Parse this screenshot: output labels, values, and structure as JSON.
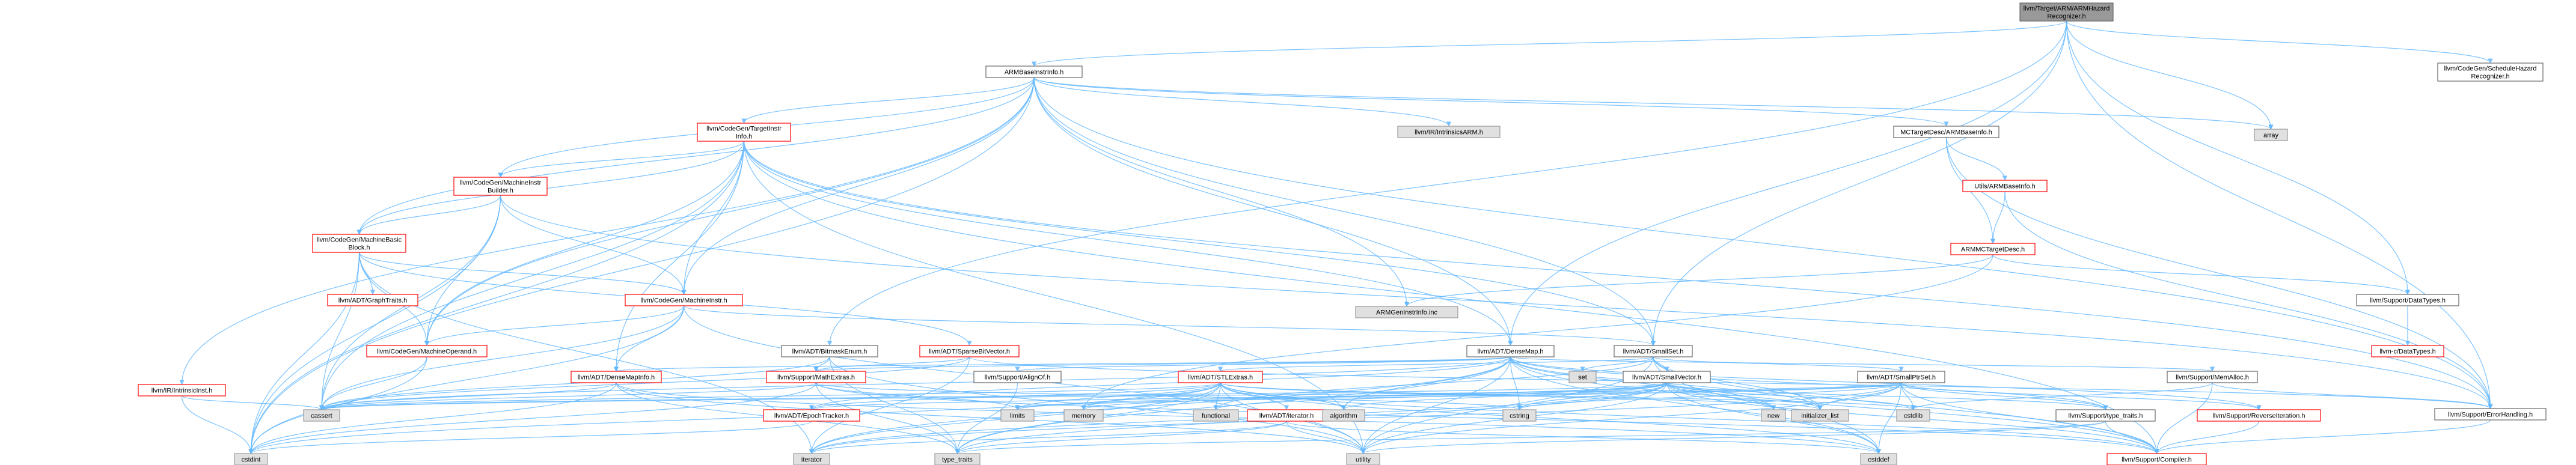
{
  "colors": {
    "edge": "#63b8ff",
    "root_fill": "#999999",
    "root_border": "#666666",
    "normal_fill": "#ffffff",
    "normal_border": "#666666",
    "red_border": "#ff0000",
    "system_fill": "#e0e0e0",
    "system_border": "#999999"
  },
  "nodes": [
    {
      "id": "root",
      "label": [
        "llvm/Target/ARM/ARMHazard",
        "Recognizer.h"
      ],
      "kind": "root"
    },
    {
      "id": "abii",
      "label": [
        "ARMBaseInstrInfo.h"
      ],
      "kind": "normal"
    },
    {
      "id": "sched",
      "label": [
        "llvm/CodeGen/ScheduleHazard",
        "Recognizer.h"
      ],
      "kind": "normal"
    },
    {
      "id": "array",
      "label": [
        "array"
      ],
      "kind": "system"
    },
    {
      "id": "tii",
      "label": [
        "llvm/CodeGen/TargetInstr",
        "Info.h"
      ],
      "kind": "red"
    },
    {
      "id": "iarm",
      "label": [
        "llvm/IR/IntrinsicsARM.h"
      ],
      "kind": "system"
    },
    {
      "id": "mctd",
      "label": [
        "MCTargetDesc/ARMBaseInfo.h"
      ],
      "kind": "normal"
    },
    {
      "id": "mib",
      "label": [
        "llvm/CodeGen/MachineInstr",
        "Builder.h"
      ],
      "kind": "red"
    },
    {
      "id": "mbb",
      "label": [
        "llvm/CodeGen/MachineBasic",
        "Block.h"
      ],
      "kind": "red"
    },
    {
      "id": "gt",
      "label": [
        "llvm/ADT/GraphTraits.h"
      ],
      "kind": "red"
    },
    {
      "id": "utilsabi",
      "label": [
        "Utils/ARMBaseInfo.h"
      ],
      "kind": "red"
    },
    {
      "id": "armmc",
      "label": [
        "ARMMCTargetDesc.h"
      ],
      "kind": "red"
    },
    {
      "id": "mi",
      "label": [
        "llvm/CodeGen/MachineInstr.h"
      ],
      "kind": "red"
    },
    {
      "id": "geninc",
      "label": [
        "ARMGenInstrInfo.inc"
      ],
      "kind": "system"
    },
    {
      "id": "datatypes",
      "label": [
        "llvm/Support/DataTypes.h"
      ],
      "kind": "normal"
    },
    {
      "id": "cdatatypes",
      "label": [
        "llvm-c/DataTypes.h"
      ],
      "kind": "red"
    },
    {
      "id": "iinst",
      "label": [
        "llvm/IR/IntrinsicInst.h"
      ],
      "kind": "red"
    },
    {
      "id": "bme",
      "label": [
        "llvm/ADT/BitmaskEnum.h"
      ],
      "kind": "normal"
    },
    {
      "id": "sbv",
      "label": [
        "llvm/ADT/SparseBitVector.h"
      ],
      "kind": "red"
    },
    {
      "id": "dmap",
      "label": [
        "llvm/ADT/DenseMap.h"
      ],
      "kind": "normal"
    },
    {
      "id": "sset",
      "label": [
        "llvm/ADT/SmallSet.h"
      ],
      "kind": "normal"
    },
    {
      "id": "mo",
      "label": [
        "llvm/CodeGen/MachineOperand.h"
      ],
      "kind": "red"
    },
    {
      "id": "dmi",
      "label": [
        "llvm/ADT/DenseMapInfo.h"
      ],
      "kind": "red"
    },
    {
      "id": "mathx",
      "label": [
        "llvm/Support/MathExtras.h"
      ],
      "kind": "red"
    },
    {
      "id": "alignof",
      "label": [
        "llvm/Support/AlignOf.h"
      ],
      "kind": "normal"
    },
    {
      "id": "stlx",
      "label": [
        "llvm/ADT/STLExtras.h"
      ],
      "kind": "red"
    },
    {
      "id": "set",
      "label": [
        "set"
      ],
      "kind": "system"
    },
    {
      "id": "svec",
      "label": [
        "llvm/ADT/SmallVector.h"
      ],
      "kind": "normal"
    },
    {
      "id": "sptr",
      "label": [
        "llvm/ADT/SmallPtrSet.h"
      ],
      "kind": "normal"
    },
    {
      "id": "memalloc",
      "label": [
        "llvm/Support/MemAlloc.h"
      ],
      "kind": "normal"
    },
    {
      "id": "errh",
      "label": [
        "llvm/Support/ErrorHandling.h"
      ],
      "kind": "normal"
    },
    {
      "id": "cassert",
      "label": [
        "cassert"
      ],
      "kind": "system"
    },
    {
      "id": "epoch",
      "label": [
        "llvm/ADT/EpochTracker.h"
      ],
      "kind": "red"
    },
    {
      "id": "limits",
      "label": [
        "limits"
      ],
      "kind": "system"
    },
    {
      "id": "memory",
      "label": [
        "memory"
      ],
      "kind": "system"
    },
    {
      "id": "functional",
      "label": [
        "functional"
      ],
      "kind": "system"
    },
    {
      "id": "iterh",
      "label": [
        "llvm/ADT/iterator.h"
      ],
      "kind": "red"
    },
    {
      "id": "algorithm",
      "label": [
        "algorithm"
      ],
      "kind": "system"
    },
    {
      "id": "cstring",
      "label": [
        "cstring"
      ],
      "kind": "system"
    },
    {
      "id": "new",
      "label": [
        "new"
      ],
      "kind": "system"
    },
    {
      "id": "initlist",
      "label": [
        "initializer_list"
      ],
      "kind": "system"
    },
    {
      "id": "cstdlib",
      "label": [
        "cstdlib"
      ],
      "kind": "system"
    },
    {
      "id": "typetraitsh",
      "label": [
        "llvm/Support/type_traits.h"
      ],
      "kind": "normal"
    },
    {
      "id": "rev",
      "label": [
        "llvm/Support/ReverseIteration.h"
      ],
      "kind": "red"
    },
    {
      "id": "cstdint",
      "label": [
        "cstdint"
      ],
      "kind": "system"
    },
    {
      "id": "iterator",
      "label": [
        "iterator"
      ],
      "kind": "system"
    },
    {
      "id": "type_traits",
      "label": [
        "type_traits"
      ],
      "kind": "system"
    },
    {
      "id": "utility",
      "label": [
        "utility"
      ],
      "kind": "system"
    },
    {
      "id": "cstddef",
      "label": [
        "cstddef"
      ],
      "kind": "system"
    },
    {
      "id": "compiler",
      "label": [
        "llvm/Support/Compiler.h"
      ],
      "kind": "red"
    }
  ],
  "edges": [
    [
      "root",
      "abii"
    ],
    [
      "root",
      "sched"
    ],
    [
      "root",
      "array"
    ],
    [
      "root",
      "bme"
    ],
    [
      "root",
      "dmap"
    ],
    [
      "root",
      "sset"
    ],
    [
      "root",
      "datatypes"
    ],
    [
      "root",
      "errh"
    ],
    [
      "abii",
      "tii"
    ],
    [
      "abii",
      "iarm"
    ],
    [
      "abii",
      "mctd"
    ],
    [
      "abii",
      "array"
    ],
    [
      "abii",
      "mib"
    ],
    [
      "abii",
      "mbb"
    ],
    [
      "abii",
      "mi"
    ],
    [
      "abii",
      "geninc"
    ],
    [
      "abii",
      "mo"
    ],
    [
      "abii",
      "iinst"
    ],
    [
      "abii",
      "dmap"
    ],
    [
      "abii",
      "sset"
    ],
    [
      "abii",
      "cstdint"
    ],
    [
      "abii",
      "errh"
    ],
    [
      "tii",
      "mib"
    ],
    [
      "tii",
      "mbb"
    ],
    [
      "tii",
      "mi"
    ],
    [
      "tii",
      "mo"
    ],
    [
      "tii",
      "dmap"
    ],
    [
      "tii",
      "dmi"
    ],
    [
      "tii",
      "errh"
    ],
    [
      "tii",
      "cassert"
    ],
    [
      "tii",
      "cstdint"
    ],
    [
      "tii",
      "utility"
    ],
    [
      "tii",
      "compiler"
    ],
    [
      "tii",
      "sset"
    ],
    [
      "mctd",
      "utilsabi"
    ],
    [
      "mctd",
      "armmc"
    ],
    [
      "mctd",
      "errh"
    ],
    [
      "utilsabi",
      "armmc"
    ],
    [
      "utilsabi",
      "errh"
    ],
    [
      "armmc",
      "datatypes"
    ],
    [
      "armmc",
      "geninc"
    ],
    [
      "armmc",
      "memory"
    ],
    [
      "datatypes",
      "cdatatypes"
    ],
    [
      "mib",
      "mbb"
    ],
    [
      "mib",
      "mi"
    ],
    [
      "mib",
      "mo"
    ],
    [
      "mib",
      "cassert"
    ],
    [
      "mib",
      "cstdint"
    ],
    [
      "mib",
      "errh"
    ],
    [
      "mbb",
      "gt"
    ],
    [
      "mbb",
      "mi"
    ],
    [
      "mbb",
      "mo"
    ],
    [
      "mbb",
      "sbv"
    ],
    [
      "mbb",
      "cassert"
    ],
    [
      "mbb",
      "cstdint"
    ],
    [
      "mbb",
      "iterator"
    ],
    [
      "mi",
      "dmi"
    ],
    [
      "mi",
      "mo"
    ],
    [
      "mi",
      "cassert"
    ],
    [
      "mi",
      "cstdint"
    ],
    [
      "mi",
      "utility"
    ],
    [
      "mi",
      "sset"
    ],
    [
      "mo",
      "cassert"
    ],
    [
      "mo",
      "cstdint"
    ],
    [
      "iinst",
      "cassert"
    ],
    [
      "iinst",
      "cstdint"
    ],
    [
      "bme",
      "mathx"
    ],
    [
      "bme",
      "cassert"
    ],
    [
      "bme",
      "type_traits"
    ],
    [
      "bme",
      "utility"
    ],
    [
      "sbv",
      "mathx"
    ],
    [
      "sbv",
      "cassert"
    ],
    [
      "sbv",
      "errh"
    ],
    [
      "sbv",
      "iterator"
    ],
    [
      "dmap",
      "dmi"
    ],
    [
      "dmap",
      "epoch"
    ],
    [
      "dmap",
      "alignof"
    ],
    [
      "dmap",
      "compiler"
    ],
    [
      "dmap",
      "mathx"
    ],
    [
      "dmap",
      "memalloc"
    ],
    [
      "dmap",
      "rev"
    ],
    [
      "dmap",
      "typetraitsh"
    ],
    [
      "dmap",
      "algorithm"
    ],
    [
      "dmap",
      "cassert"
    ],
    [
      "dmap",
      "cstddef"
    ],
    [
      "dmap",
      "cstring"
    ],
    [
      "dmap",
      "initlist"
    ],
    [
      "dmap",
      "iterator"
    ],
    [
      "dmap",
      "new"
    ],
    [
      "dmap",
      "type_traits"
    ],
    [
      "dmap",
      "utility"
    ],
    [
      "sset",
      "sptr"
    ],
    [
      "sset",
      "svec"
    ],
    [
      "sset",
      "stlx"
    ],
    [
      "sset",
      "compiler"
    ],
    [
      "sset",
      "set"
    ],
    [
      "sset",
      "cstddef"
    ],
    [
      "sset",
      "functional"
    ],
    [
      "sset",
      "initlist"
    ],
    [
      "sset",
      "utility"
    ],
    [
      "dmi",
      "cassert"
    ],
    [
      "dmi",
      "cstddef"
    ],
    [
      "dmi",
      "cstdint"
    ],
    [
      "dmi",
      "tuple"
    ],
    [
      "dmi",
      "type_traits"
    ],
    [
      "dmi",
      "utility"
    ],
    [
      "mathx",
      "compiler"
    ],
    [
      "mathx",
      "cassert"
    ],
    [
      "mathx",
      "climits"
    ],
    [
      "mathx",
      "cstdint"
    ],
    [
      "mathx",
      "cstring"
    ],
    [
      "mathx",
      "limits"
    ],
    [
      "mathx",
      "type_traits"
    ],
    [
      "alignof",
      "type_traits"
    ],
    [
      "stlx",
      "epoch"
    ],
    [
      "stlx",
      "iterh"
    ],
    [
      "stlx",
      "compiler"
    ],
    [
      "stlx",
      "algorithm"
    ],
    [
      "stlx",
      "cassert"
    ],
    [
      "stlx",
      "cstddef"
    ],
    [
      "stlx",
      "cstdint"
    ],
    [
      "stlx",
      "cstdlib"
    ],
    [
      "stlx",
      "functional"
    ],
    [
      "stlx",
      "initlist"
    ],
    [
      "stlx",
      "iterator"
    ],
    [
      "stlx",
      "limits"
    ],
    [
      "stlx",
      "memory"
    ],
    [
      "stlx",
      "type_traits"
    ],
    [
      "stlx",
      "utility"
    ],
    [
      "svec",
      "compiler"
    ],
    [
      "svec",
      "typetraitsh"
    ],
    [
      "svec",
      "algorithm"
    ],
    [
      "svec",
      "cassert"
    ],
    [
      "svec",
      "cstddef"
    ],
    [
      "svec",
      "cstdlib"
    ],
    [
      "svec",
      "cstring"
    ],
    [
      "svec",
      "functional"
    ],
    [
      "svec",
      "initlist"
    ],
    [
      "svec",
      "iterator"
    ],
    [
      "svec",
      "limits"
    ],
    [
      "svec",
      "memory"
    ],
    [
      "svec",
      "new"
    ],
    [
      "svec",
      "type_traits"
    ],
    [
      "svec",
      "utility"
    ],
    [
      "sptr",
      "epoch"
    ],
    [
      "sptr",
      "compiler"
    ],
    [
      "sptr",
      "rev"
    ],
    [
      "sptr",
      "typetraitsh"
    ],
    [
      "sptr",
      "cassert"
    ],
    [
      "sptr",
      "cstddef"
    ],
    [
      "sptr",
      "cstdlib"
    ],
    [
      "sptr",
      "cstring"
    ],
    [
      "sptr",
      "initlist"
    ],
    [
      "sptr",
      "iterator"
    ],
    [
      "sptr",
      "limits"
    ],
    [
      "sptr",
      "utility"
    ],
    [
      "memalloc",
      "compiler"
    ],
    [
      "memalloc",
      "errh"
    ],
    [
      "memalloc",
      "cstdlib"
    ],
    [
      "errh",
      "compiler"
    ],
    [
      "epoch",
      "cstdint"
    ],
    [
      "iterh",
      "iterator"
    ],
    [
      "iterh",
      "cstddef"
    ],
    [
      "iterh",
      "type_traits"
    ],
    [
      "iterh",
      "utility"
    ],
    [
      "typetraitsh",
      "compiler"
    ],
    [
      "typetraitsh",
      "type_traits"
    ],
    [
      "typetraitsh",
      "utility"
    ],
    [
      "rev",
      "compiler"
    ]
  ]
}
